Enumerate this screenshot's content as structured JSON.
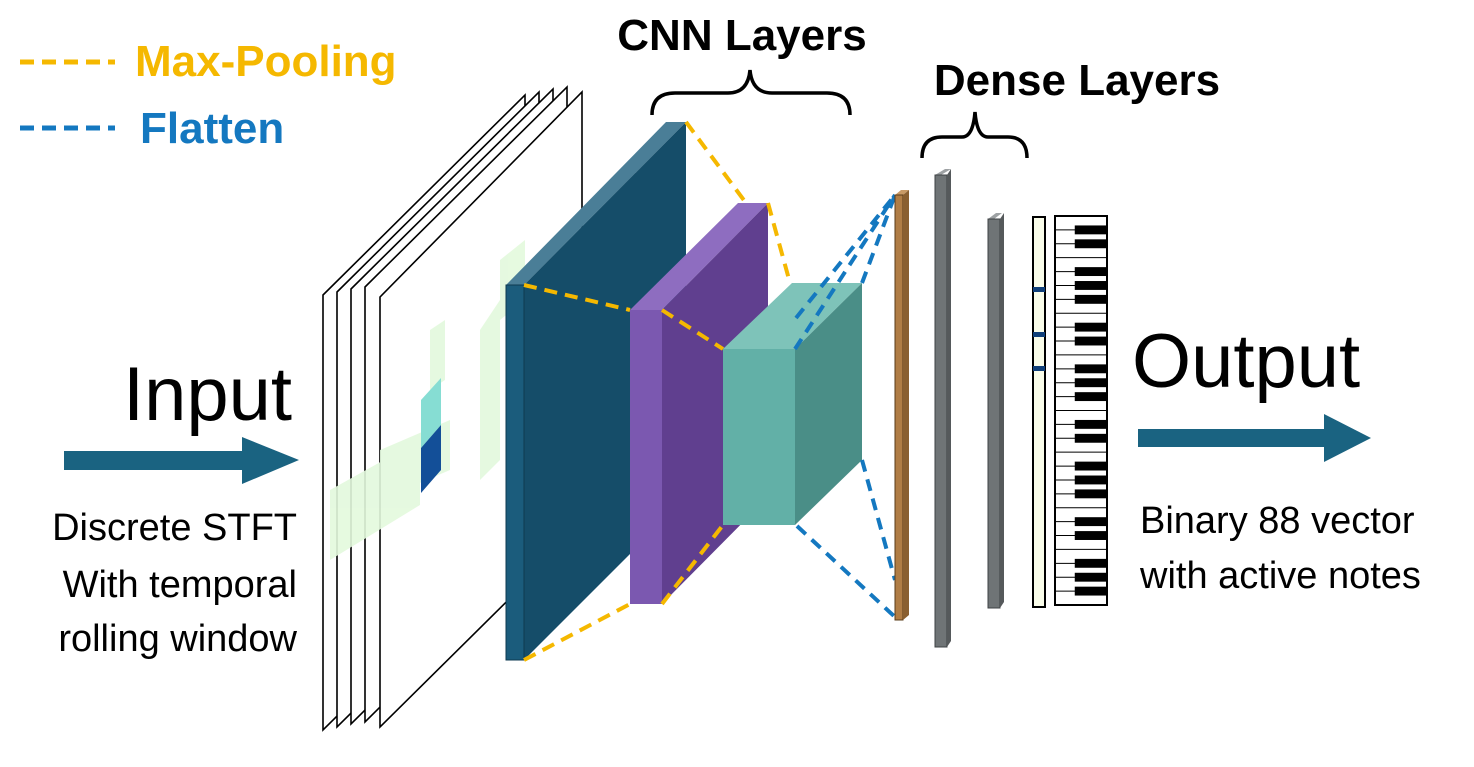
{
  "legend": {
    "maxpool_label": "Max-Pooling",
    "maxpool_color": "#F5B800",
    "flatten_label": "Flatten",
    "flatten_color": "#1478C0"
  },
  "headers": {
    "cnn": "CNN Layers",
    "dense": "Dense Layers"
  },
  "input": {
    "title": "Input",
    "desc_line1": "Discrete STFT",
    "desc_line2": "With temporal",
    "desc_line3": "rolling window"
  },
  "output": {
    "title": "Output",
    "desc_line1": "Binary 88 vector",
    "desc_line2": "with active notes"
  },
  "colors": {
    "arrow": "#1A6381",
    "conv1": "#154D69",
    "conv2": "#7B58B0",
    "conv3": "#62B0A7",
    "flatten_layer": "#B07D45",
    "dense": "#6F7476",
    "output_vector": "#FAFDEA",
    "active_note": "#103F79"
  },
  "icons": [
    "right-arrow-icon",
    "curly-brace-icon",
    "piano-keyboard-icon"
  ]
}
